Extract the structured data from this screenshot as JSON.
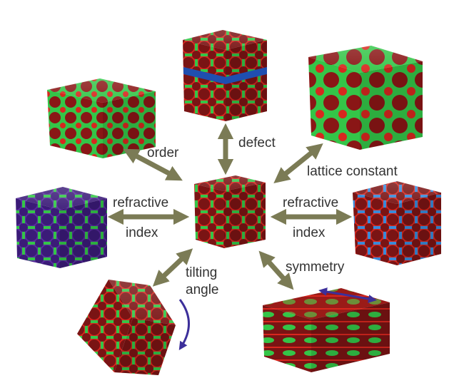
{
  "labels": {
    "defect": "defect",
    "order": "order",
    "lattice_constant": "lattice constant",
    "refractive_left_1": "refractive",
    "refractive_left_2": "index",
    "refractive_right_1": "refractive",
    "refractive_right_2": "index",
    "tilting_1": "tilting",
    "tilting_2": "angle",
    "symmetry": "symmetry"
  },
  "colors": {
    "arrow": "#7b7b55",
    "red": "#d8271f",
    "dark_red": "#7a1414",
    "green": "#34c548",
    "blue_band": "#1f4fb0",
    "purple": "#5a2ca0",
    "blue_matrix": "#3a8ad8",
    "double_arrow": "#3c2f9a",
    "rotation_arrow": "#3c2f9a"
  },
  "cubes": [
    {
      "name": "center",
      "variant": "red-green"
    },
    {
      "name": "top",
      "variant": "red-green-defect"
    },
    {
      "name": "top-left",
      "variant": "green-red"
    },
    {
      "name": "top-right",
      "variant": "green-red-large"
    },
    {
      "name": "left",
      "variant": "purple-green"
    },
    {
      "name": "right",
      "variant": "red-blue"
    },
    {
      "name": "bottom-left",
      "variant": "tilted"
    },
    {
      "name": "bottom-right",
      "variant": "stretched"
    }
  ]
}
